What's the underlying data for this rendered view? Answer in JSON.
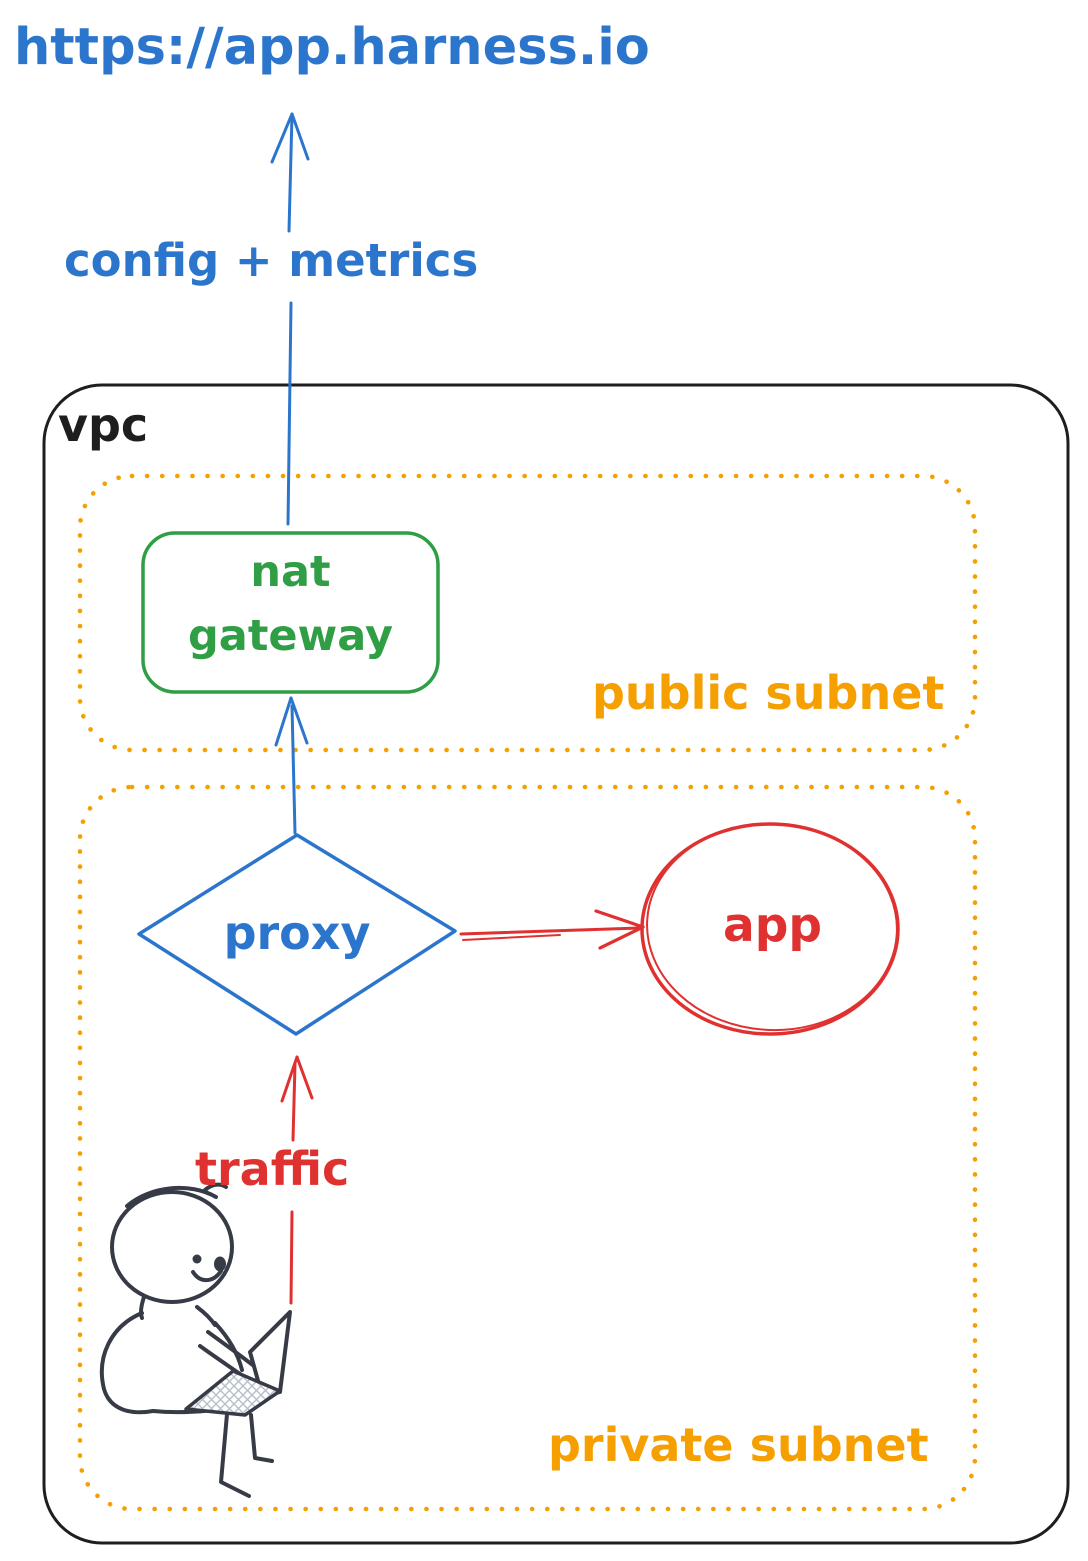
{
  "diagram": {
    "external_url_label": "https://app.harness.io",
    "config_metrics_label": "config + metrics",
    "traffic_label": "traffic",
    "vpc_label": "vpc",
    "public_subnet_label": "public subnet",
    "private_subnet_label": "private subnet",
    "nat_gateway_label_line1": "nat",
    "nat_gateway_label_line2": "gateway",
    "proxy_label": "proxy",
    "app_label": "app"
  },
  "icons": {
    "person_with_laptop": "person-with-laptop-icon"
  },
  "colors": {
    "link_blue": "#2b76cc",
    "nat_green": "#2f9e44",
    "subnet_orange": "#f59f00",
    "traffic_red": "#e03131",
    "vpc_ink": "#1e1e1e",
    "person_ink": "#363b46",
    "background": "#ffffff"
  }
}
